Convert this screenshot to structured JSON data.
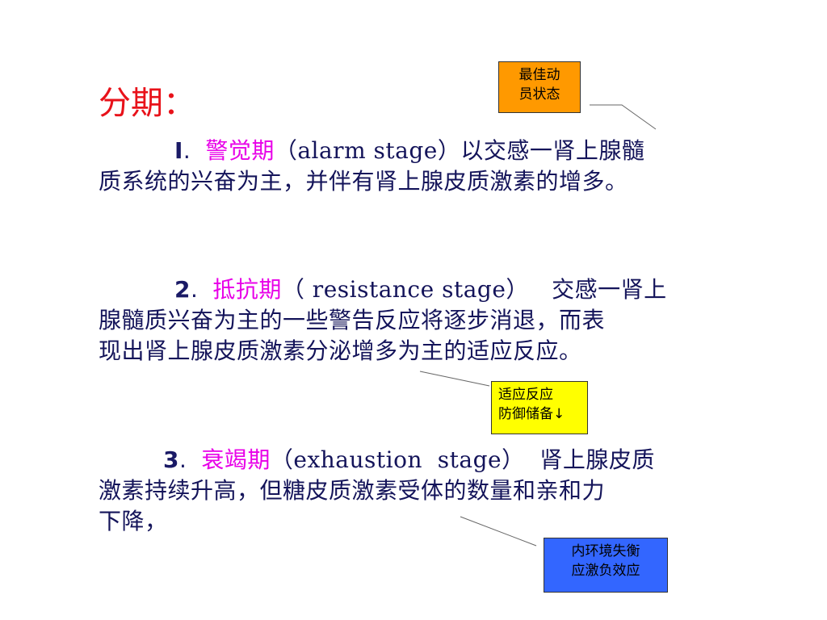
{
  "heading": "分期：",
  "paragraphs": [
    {
      "number": "I",
      "separator": ".",
      "stage": "警觉期",
      "line1_rest": "（alarm  stage）以交感一肾上腺髓",
      "line2": "质系统的兴奋为主，并伴有肾上腺皮质激素的增多。"
    },
    {
      "number": "2",
      "separator": ".",
      "stage": "抵抗期",
      "line1_rest": "（ resistance stage）   交感一肾上",
      "line2": "腺髓质兴奋为主的一些警告反应将逐步消退，而表",
      "line3": "现出肾上腺皮质激素分泌增多为主的适应反应。"
    },
    {
      "number": "3",
      "separator": ".",
      "stage": "衰竭期",
      "line1_rest": "（exhaustion  stage）  肾上腺皮质",
      "line2": "激素持续升高，但糖皮质激素受体的数量和亲和力",
      "line3": "下降，"
    }
  ],
  "callouts": [
    {
      "line1": "最佳动",
      "line2": "员状态",
      "color": "#ff9900"
    },
    {
      "line1": "适应反应",
      "line2": "防御储备↓",
      "color": "#ffff00"
    },
    {
      "line1": "内环境失衡",
      "line2": "应激负效应",
      "color": "#3366ff"
    }
  ],
  "colors": {
    "heading": "#e8121a",
    "stage_name": "#e800e8",
    "body_text": "#14145a"
  }
}
